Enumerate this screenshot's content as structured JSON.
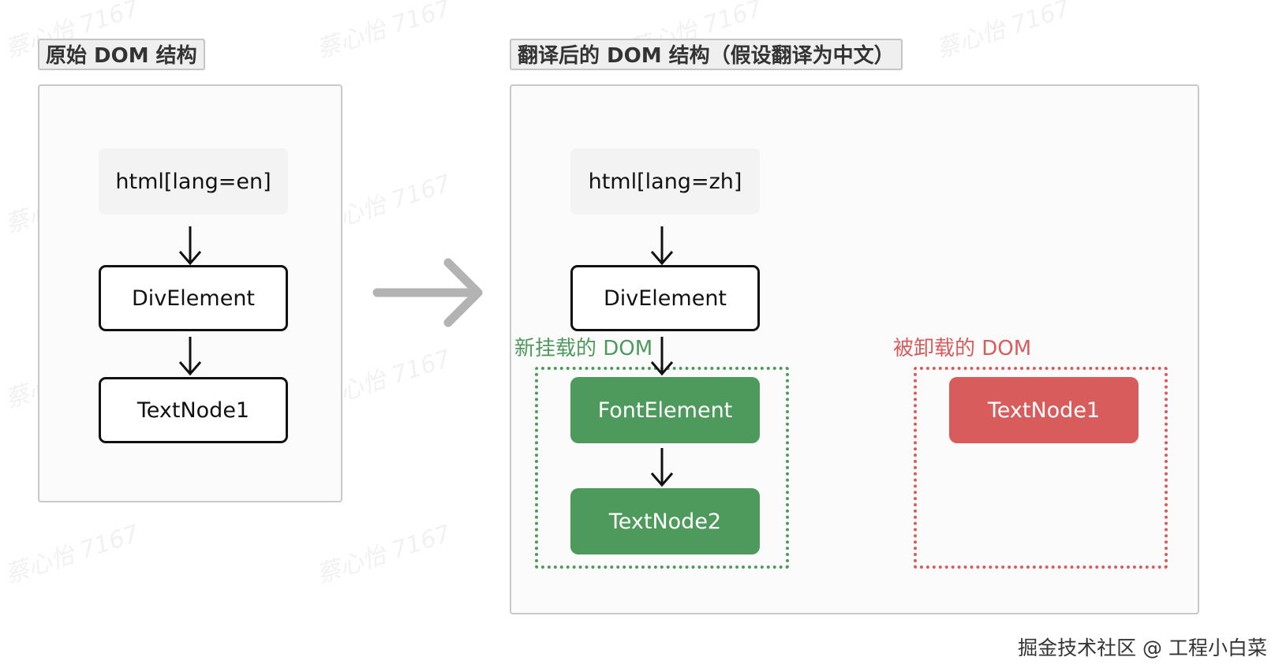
{
  "watermark": "蔡心怡 7167",
  "colors": {
    "green": "#4e9a5c",
    "red": "#d95c5c",
    "panel_border": "#c9c9c9",
    "arrow_gray": "#b3b3b3"
  },
  "left": {
    "title": "原始 DOM 结构",
    "nodes": {
      "root": "html[lang=en]",
      "div": "DivElement",
      "text": "TextNode1"
    }
  },
  "right": {
    "title": "翻译后的 DOM 结构（假设翻译为中文）",
    "nodes": {
      "root": "html[lang=zh]",
      "div": "DivElement"
    },
    "mounted_group": {
      "label": "新挂载的 DOM",
      "nodes": {
        "font": "FontElement",
        "text": "TextNode2"
      }
    },
    "unmounted_group": {
      "label": "被卸载的 DOM",
      "nodes": {
        "text": "TextNode1"
      }
    }
  },
  "credit": "掘金技术社区 @ 工程小白菜",
  "icons": [
    "arrow-down-icon",
    "arrow-right-icon"
  ]
}
